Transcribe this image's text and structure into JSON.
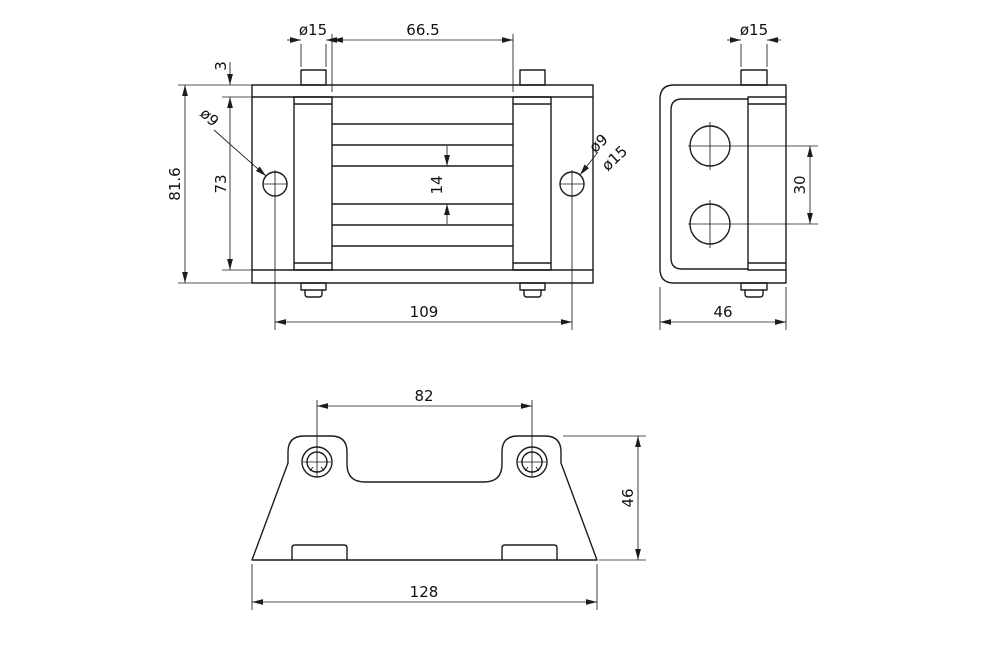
{
  "colors": {
    "line": "#1c1c1c",
    "background": "#ffffff"
  },
  "views": {
    "front": {
      "dims": {
        "boss_diameter": "ø15",
        "window_width": "66.5",
        "top_plate_thickness": "3",
        "left_hole_diameter": "ø9",
        "overall_height": "81.6",
        "inner_height": "73",
        "roller_gap": "14",
        "right_hole_diameter": "ø9",
        "right_hole_counterbore": "ø15",
        "hole_spacing": "109"
      }
    },
    "side": {
      "dims": {
        "boss_diameter": "ø15",
        "roller_center_spacing": "30",
        "depth": "46"
      }
    },
    "bottom": {
      "dims": {
        "hole_spacing": "82",
        "bracket_height": "46",
        "overall_width": "128"
      }
    }
  }
}
